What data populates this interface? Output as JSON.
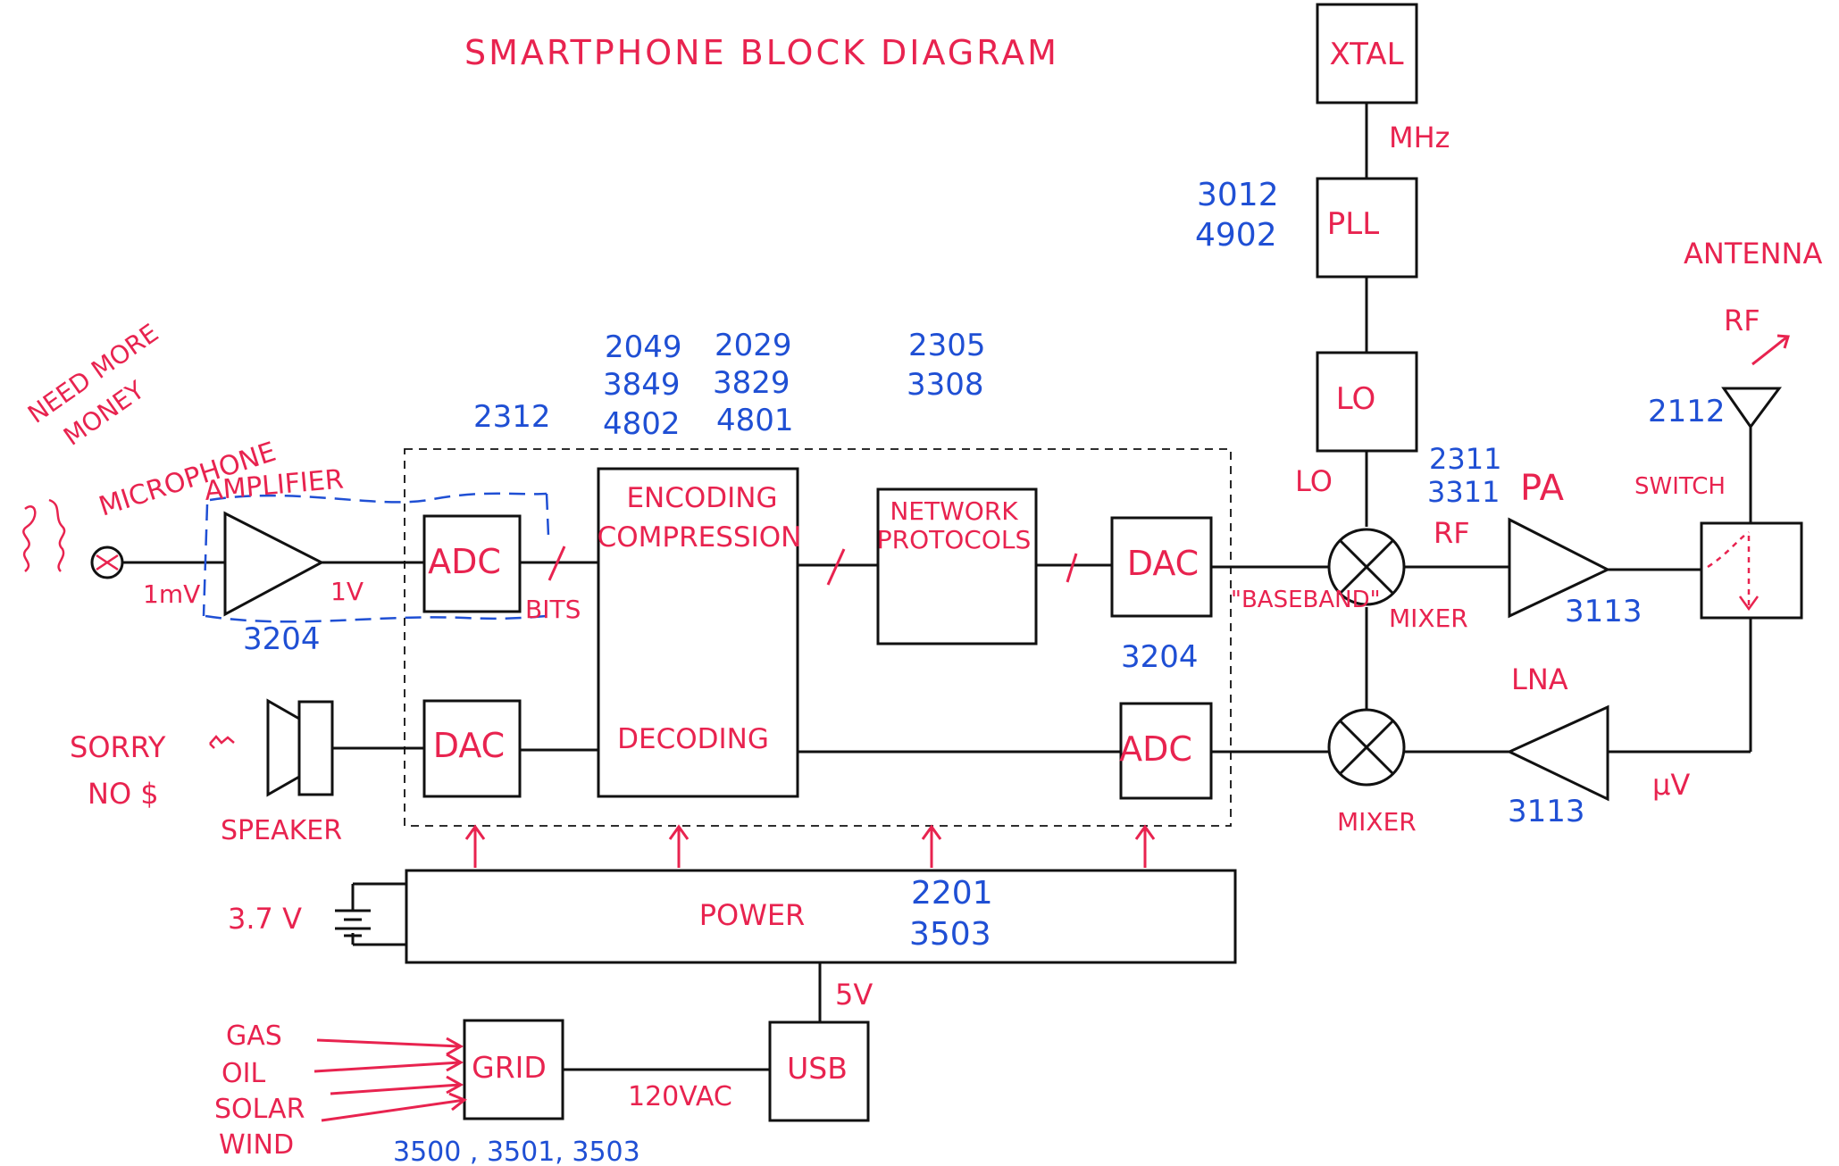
{
  "title": "SMARTPHONE BLOCK DIAGRAM",
  "blocks": {
    "xtal": "XTAL",
    "pll": "PLL",
    "lo": "LO",
    "adc_top": "ADC",
    "encoding_1": "ENCODING",
    "encoding_2": "COMPRESSION",
    "decoding": "DECODING",
    "network_1": "NETWORK",
    "network_2": "PROTOCOLS",
    "dac_top": "DAC",
    "dac_bottom": "DAC",
    "adc_bottom": "ADC",
    "power": "POWER",
    "grid": "GRID",
    "usb": "USB"
  },
  "labels": {
    "mhz": "MHz",
    "antenna": "ANTENNA",
    "rf_antenna": "RF",
    "need_more_1": "NEED MORE",
    "need_more_2": "MONEY",
    "microphone": "MICROPHONE",
    "amplifier": "AMPLIFIER",
    "one_mv": "1mV",
    "one_v": "1V",
    "bits": "BITS",
    "lo_mixer": "LO",
    "rf_mixer": "RF",
    "pa": "PA",
    "switch": "SWITCH",
    "baseband": "\"BASEBAND\"",
    "mixer_top": "MIXER",
    "mixer_bottom": "MIXER",
    "lna": "LNA",
    "uv": "µV",
    "sorry_1": "SORRY",
    "sorry_2": "NO $",
    "speaker": "SPEAKER",
    "battery": "3.7 V",
    "five_v": "5V",
    "vac": "120VAC",
    "gas": "GAS",
    "oil": "OIL",
    "solar": "SOLAR",
    "wind": "WIND"
  },
  "course_numbers": {
    "pll_1": "3012",
    "pll_2": "4902",
    "adc": "2312",
    "enc_a1": "2049",
    "enc_a2": "3849",
    "enc_a3": "4802",
    "enc_b1": "2029",
    "enc_b2": "3829",
    "enc_b3": "4801",
    "net_1": "2305",
    "net_2": "3308",
    "antenna": "2112",
    "mixer_1": "2311",
    "mixer_2": "3311",
    "pa": "3113",
    "lna": "3113",
    "dac": "3204",
    "amp": "3204",
    "power_1": "2201",
    "power_2": "3503",
    "grid": "3500 , 3501, 3503"
  },
  "colors": {
    "handwriting_red": "#e8234f",
    "handwriting_blue": "#1f4fd4",
    "ink_black": "#111111"
  }
}
